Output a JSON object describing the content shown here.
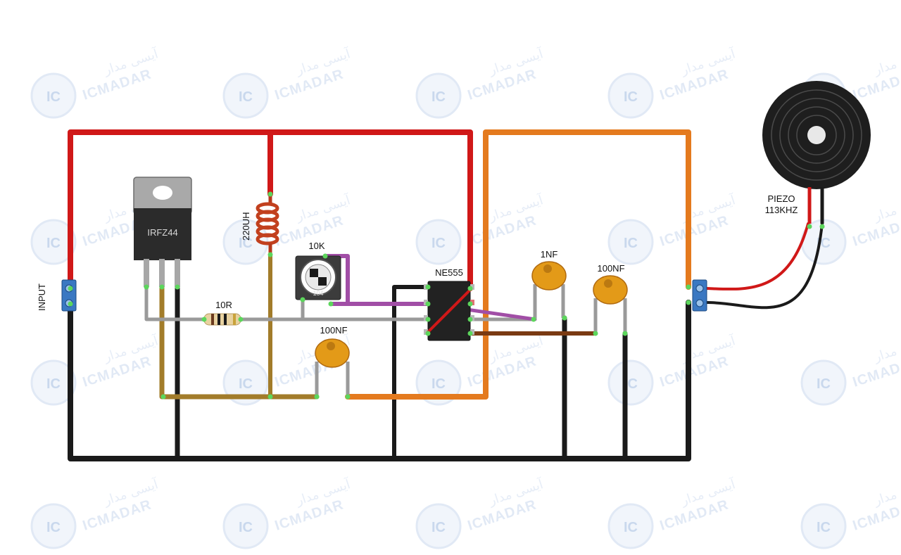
{
  "watermark": {
    "logo": "IC",
    "brand_latin": "ICMADAR",
    "brand_farsi": "آیسی مدار"
  },
  "components": {
    "input_terminal": {
      "label": "INPUT",
      "icon": "screw-terminal-icon"
    },
    "output_terminal": {
      "icon": "screw-terminal-icon"
    },
    "mosfet": {
      "label": "IRFZ44",
      "icon": "to220-transistor-icon"
    },
    "inductor": {
      "label": "220UH",
      "icon": "coil-icon"
    },
    "resistor": {
      "label": "10R",
      "icon": "resistor-icon"
    },
    "potentiometer": {
      "label": "10K",
      "code": "104",
      "icon": "trimmer-pot-icon"
    },
    "timer_ic": {
      "label": "NE555",
      "icon": "dip8-ic-icon"
    },
    "cap_timing": {
      "label": "1NF",
      "icon": "ceramic-capacitor-icon"
    },
    "cap_ctrl": {
      "label": "100NF",
      "icon": "ceramic-capacitor-icon"
    },
    "cap_bottom": {
      "label": "100NF",
      "icon": "ceramic-capacitor-icon"
    },
    "piezo": {
      "label_line1": "PIEZO",
      "label_line2": "113KHZ",
      "icon": "piezo-buzzer-icon"
    }
  },
  "colors": {
    "red_wire": "#d01818",
    "black_wire": "#1a1a1a",
    "orange_wire": "#e47a1e",
    "olive_wire": "#a27c2a",
    "purple_wire": "#a14ea6",
    "gray_wire": "#9a9a9a",
    "brown_wire": "#7a3a12",
    "terminal_blue": "#3a78c2",
    "capacitor": "#e39a18",
    "node_green": "#5cd65c"
  }
}
